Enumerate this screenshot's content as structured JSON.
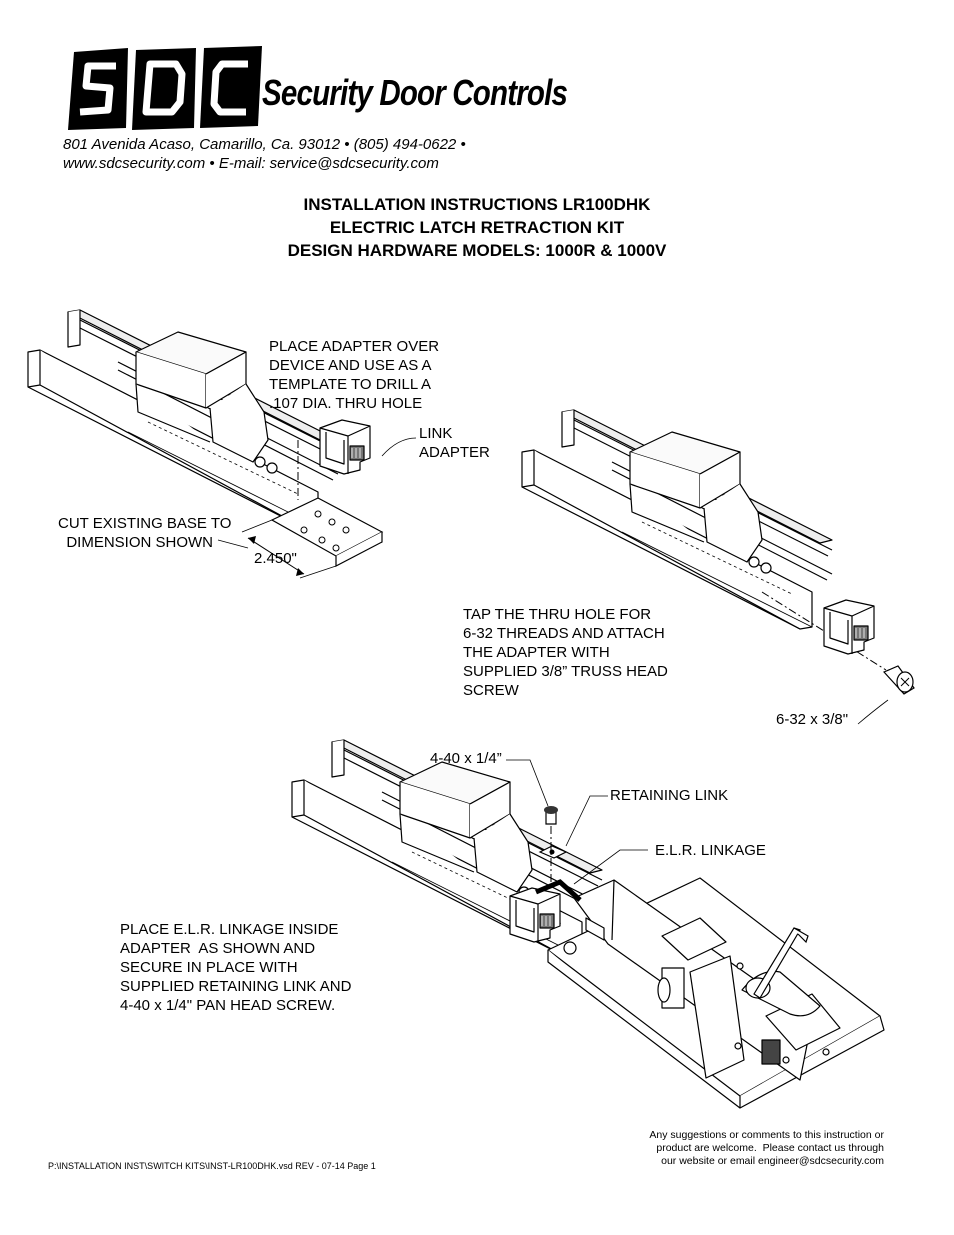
{
  "header": {
    "logo_letters": "SDC",
    "company_name": "Security Door Controls",
    "address_line": "801 Avenida Acaso, Camarillo, Ca. 93012  •   (805) 494-0622  •",
    "web_line": "www.sdcsecurity.com  •  E-mail: service@sdcsecurity.com"
  },
  "title": {
    "line1": "INSTALLATION INSTRUCTIONS LR100DHK",
    "line2": "ELECTRIC LATCH RETRACTION KIT",
    "line3": "DESIGN HARDWARE MODELS: 1000R & 1000V"
  },
  "step1": {
    "instruction": "PLACE ADAPTER OVER\nDEVICE AND USE AS A\nTEMPLATE TO DRILL A\n.107 DIA. THRU HOLE",
    "link_adapter_label": "LINK\nADAPTER",
    "cut_instruction": "CUT EXISTING BASE TO\n  DIMENSION SHOWN",
    "dimension": "2.450\""
  },
  "step2": {
    "instruction": "TAP THE THRU HOLE FOR\n6-32 THREADS AND ATTACH\nTHE ADAPTER WITH\nSUPPLIED 3/8” TRUSS HEAD\nSCREW",
    "screw_label": "6-32 x 3/8\""
  },
  "step3": {
    "screw_label": "4-40 x 1/4”",
    "retaining_link_label": "RETAINING LINK",
    "elr_linkage_label": "E.L.R. LINKAGE",
    "instruction": "PLACE E.L.R. LINKAGE INSIDE\nADAPTER  AS SHOWN AND\nSECURE IN PLACE WITH\nSUPPLIED RETAINING LINK AND\n4-40 x 1/4\" PAN HEAD SCREW."
  },
  "footer": {
    "file_path": "P:\\INSTALLATION INST\\SWITCH KITS\\INST-LR100DHK.vsd     REV -     07-14    Page 1",
    "comments": "Any suggestions or comments to this instruction or\nproduct are welcome.  Please contact us through\nour website or email engineer@sdcsecurity.com"
  }
}
